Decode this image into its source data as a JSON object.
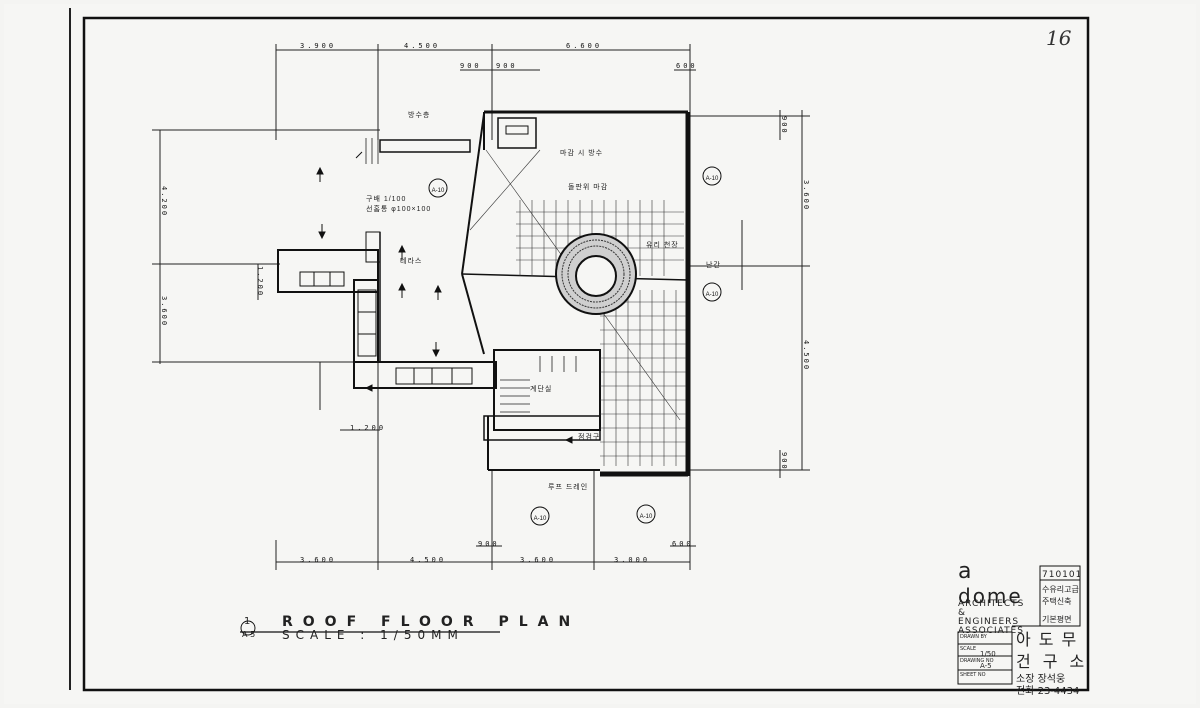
{
  "sheet_number": "16",
  "drawing": {
    "title": "ROOF FLOOR PLAN",
    "scale_note": "SCALE : 1/50MM",
    "ref_number": "1",
    "ref_sheet": "A-5"
  },
  "firm": {
    "logo": "a",
    "name": "dome",
    "subtitle": "ARCHITECTS & ENGINEERS ASSOCIATES"
  },
  "project": {
    "number": "710101",
    "line1": "수유리고급",
    "line2": "주택신축",
    "line3": "기본평면"
  },
  "title_block": {
    "drawn_by_label": "DRAWN BY",
    "scale_label": "SCALE",
    "scale_value": "1/50",
    "drawing_no_label": "DRAWING NO",
    "drawing_no_value": "A-5",
    "sheet_label": "SHEET NO",
    "office_name": "아도무",
    "office_sub": "건구소",
    "person": "소장 장석웅",
    "tel": "전화 23-4434"
  },
  "dimensions_top": [
    "3.900",
    "4.500",
    "6.600",
    "900",
    "900",
    "600"
  ],
  "dimensions_bottom": [
    "3.600",
    "4.500",
    "3.600",
    "3.000",
    "900",
    "600"
  ],
  "dimensions_left": [
    "4.200",
    "3.600",
    "1.200",
    "1.200"
  ],
  "dimensions_right": [
    "3.600",
    "4.500",
    "900",
    "900"
  ],
  "notes": [
    "구배 1/100",
    "선홈통 φ100×100",
    "방수층",
    "마감 시 방수",
    "테라스",
    "계단실",
    "돌판위 마감",
    "유리 천장",
    "루프 드레인",
    "난간",
    "점검구"
  ],
  "callouts": [
    "A-10",
    "A-10",
    "A-10",
    "A-10",
    "A-10"
  ]
}
